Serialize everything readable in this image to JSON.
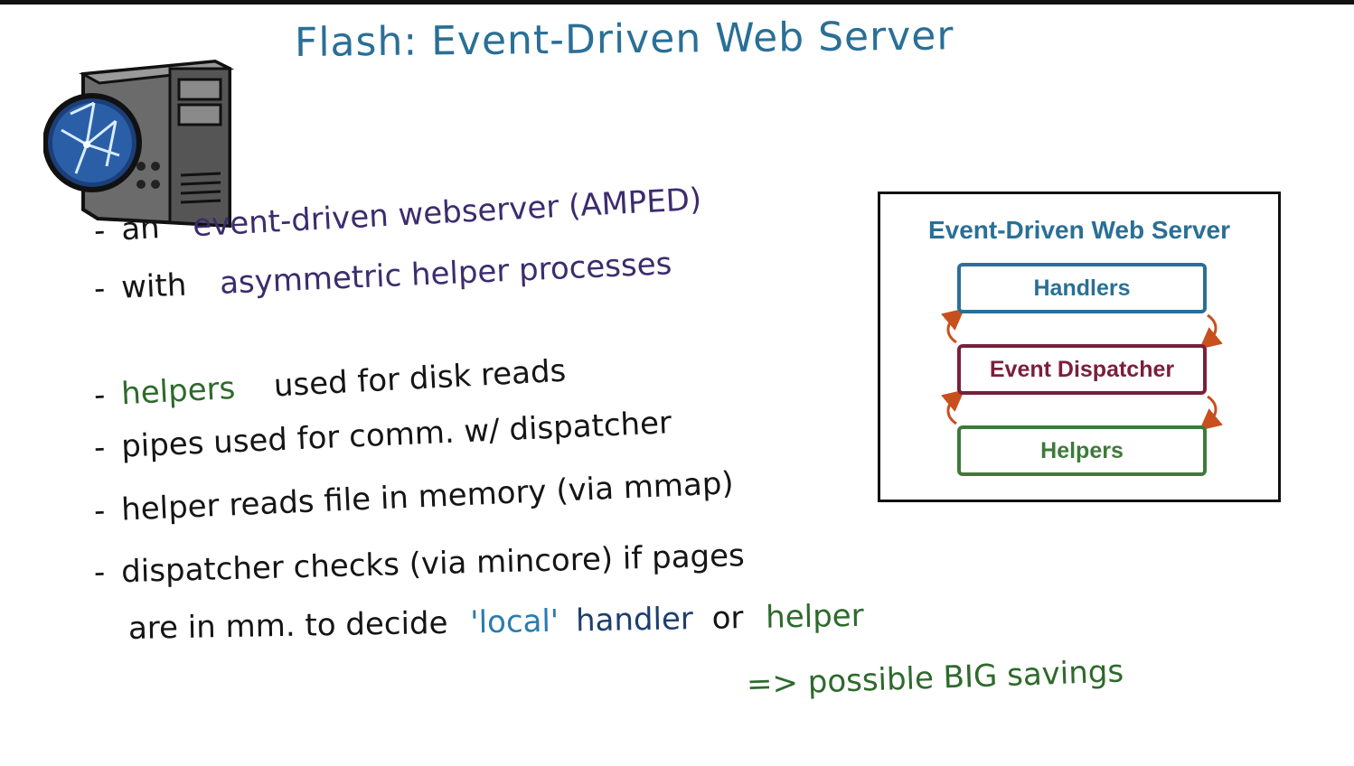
{
  "title": "Flash: Event-Driven Web Server",
  "notes": {
    "line1": {
      "bullet": "-",
      "lead": "an",
      "highlight": "event-driven webserver (AMPED)"
    },
    "line2": {
      "bullet": "-",
      "lead": "with",
      "highlight": "asymmetric helper processes"
    },
    "line3": {
      "bullet": "-",
      "highlight": "helpers",
      "rest": "used for disk reads"
    },
    "line4": {
      "bullet": "-",
      "text": "pipes used for comm. w/ dispatcher"
    },
    "line5": {
      "bullet": "-",
      "text": "helper reads file in memory (via mmap)"
    },
    "line6": {
      "bullet": "-",
      "text": "dispatcher checks (via mincore) if pages"
    },
    "line7": {
      "pre": "are in mm. to decide",
      "local": "'local'",
      "handler": "handler",
      "or": "or",
      "helper": "helper"
    },
    "line8": {
      "text": "=> possible BIG savings"
    }
  },
  "diagram": {
    "title": "Event-Driven Web Server",
    "boxes": {
      "handlers": "Handlers",
      "dispatcher": "Event Dispatcher",
      "helpers": "Helpers"
    }
  },
  "colors": {
    "title_blue": "#2a6f96",
    "purple": "#3c2c6e",
    "green": "#2e6a2c",
    "dispatcher_maroon": "#7a1f3a",
    "arrow_orange": "#c8501e"
  },
  "icons": {
    "server": "server-tower-icon"
  }
}
